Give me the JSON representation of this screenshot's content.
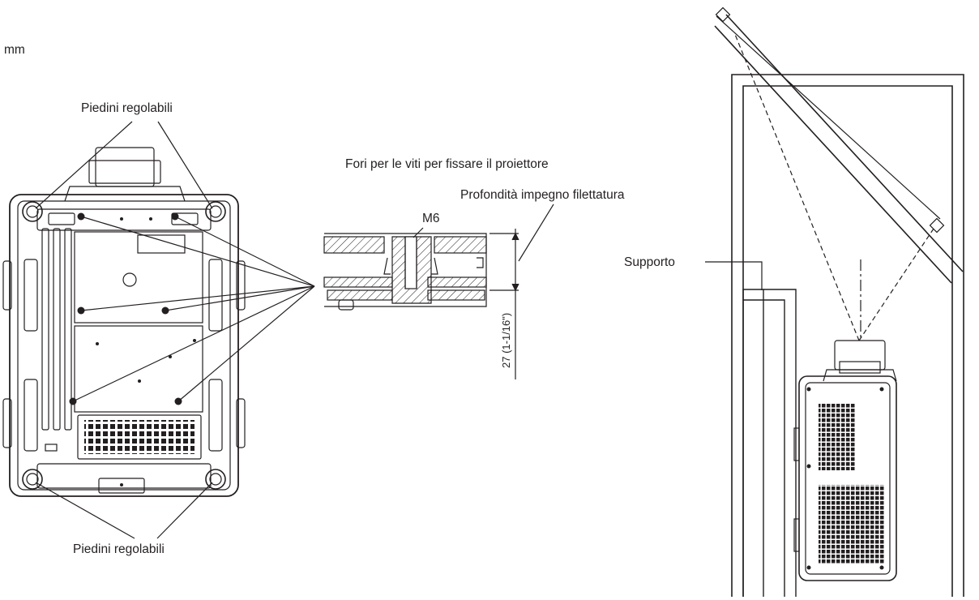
{
  "unit_label": "mm",
  "labels": {
    "adjustable_feet_top": "Piedini regolabili",
    "adjustable_feet_bottom": "Piedini regolabili",
    "screw_holes": "Fori per le viti per fissare il proiettore",
    "thread_depth": "Profondità impegno filettatura",
    "screw_size": "M6",
    "depth_dimension": "27 (1-1/16\")",
    "support": "Supporto"
  },
  "colors": {
    "line": "#231f20",
    "background": "#ffffff"
  }
}
